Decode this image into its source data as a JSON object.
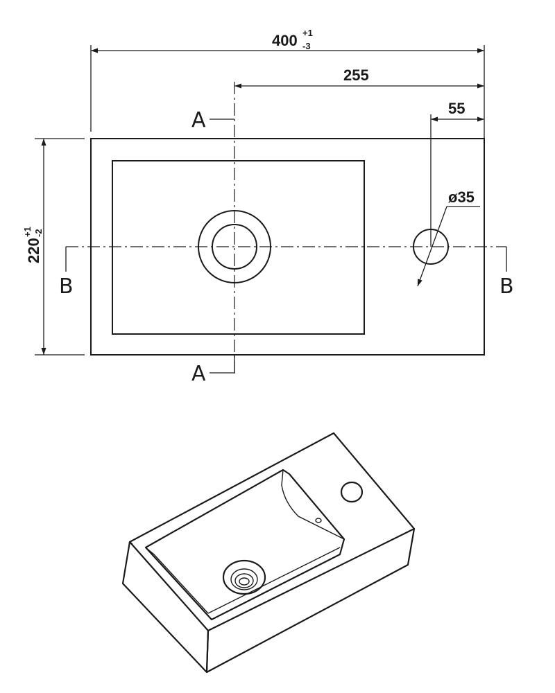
{
  "dimensions": {
    "width": {
      "value": "400",
      "tol_plus": "+1",
      "tol_minus": "-3"
    },
    "drain_offset": "255",
    "tap_offset": "55",
    "tap_diameter": "ø35",
    "depth": {
      "value": "220",
      "tol_plus": "+1",
      "tol_minus": "-2"
    }
  },
  "sections": {
    "a": "A",
    "b": "B"
  }
}
